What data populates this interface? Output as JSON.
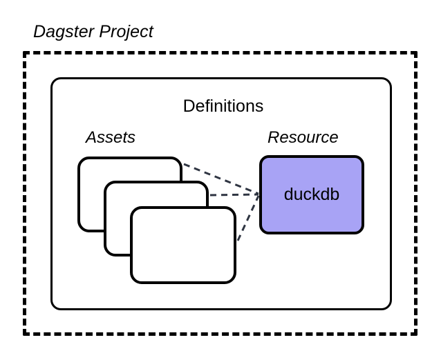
{
  "diagram": {
    "title": "Dagster Project",
    "background_color": "#ffffff",
    "outline_color": "#000000",
    "connector_color": "#2f3542",
    "container": {
      "label": "Definitions"
    },
    "groups": {
      "assets_label": "Assets",
      "resource_label": "Resource"
    },
    "assets": {
      "count": 3,
      "cards": [
        {
          "label": ""
        },
        {
          "label": ""
        },
        {
          "label": ""
        }
      ]
    },
    "resource": {
      "label": "duckdb",
      "fill_color": "#a8a3f5",
      "border_color": "#000000"
    },
    "connectors": {
      "count": 3,
      "style": "dashed",
      "color": "#2f3542",
      "from": "assets",
      "to": "duckdb"
    }
  }
}
